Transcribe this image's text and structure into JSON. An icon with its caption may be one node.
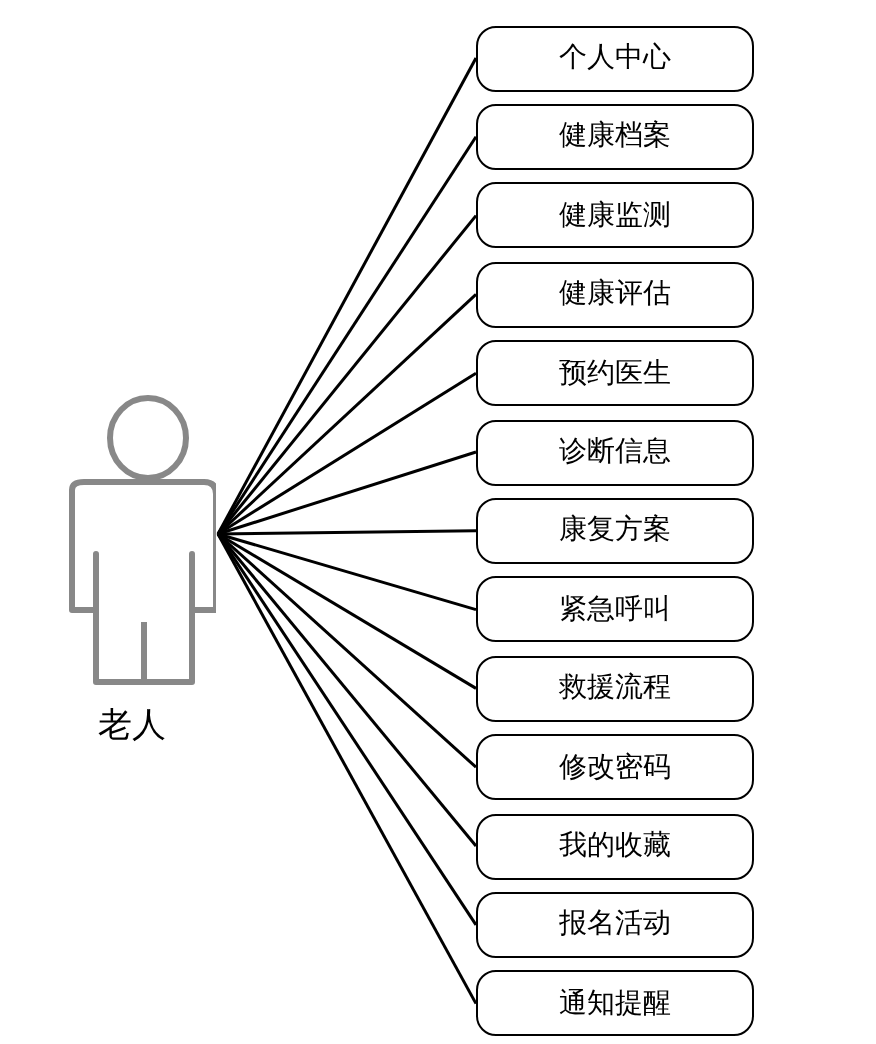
{
  "diagram": {
    "nodes": [
      {
        "text": [
          "老人"
        ]
      },
      {
        "text": [
          "个人中心"
        ]
      },
      {
        "text": [
          "健康档案"
        ]
      },
      {
        "text": [
          "健康监测"
        ]
      },
      {
        "text": [
          "健康评估"
        ]
      },
      {
        "text": [
          "预约医生"
        ]
      },
      {
        "text": [
          "诊断信息"
        ]
      },
      {
        "text": [
          "康复方案"
        ]
      },
      {
        "text": [
          "紧急呼叫"
        ]
      },
      {
        "text": [
          "救援流程"
        ]
      },
      {
        "text": [
          "修改密码"
        ]
      },
      {
        "text": [
          "我的收藏"
        ]
      },
      {
        "text": [
          "报名活动"
        ]
      },
      {
        "text": [
          "通知提醒"
        ]
      }
    ],
    "edges": [
      {
        "from": 0,
        "to": 1,
        "arrow": "none"
      },
      {
        "from": 0,
        "to": 2,
        "arrow": "none"
      },
      {
        "from": 0,
        "to": 3,
        "arrow": "none"
      },
      {
        "from": 0,
        "to": 4,
        "arrow": "none"
      },
      {
        "from": 0,
        "to": 5,
        "arrow": "none"
      },
      {
        "from": 0,
        "to": 6,
        "arrow": "none"
      },
      {
        "from": 0,
        "to": 7,
        "arrow": "none"
      },
      {
        "from": 0,
        "to": 8,
        "arrow": "none"
      },
      {
        "from": 0,
        "to": 9,
        "arrow": "none"
      },
      {
        "from": 0,
        "to": 10,
        "arrow": "none"
      },
      {
        "from": 0,
        "to": 11,
        "arrow": "none"
      },
      {
        "from": 0,
        "to": 12,
        "arrow": "none"
      },
      {
        "from": 0,
        "to": 13,
        "arrow": "none"
      }
    ]
  }
}
